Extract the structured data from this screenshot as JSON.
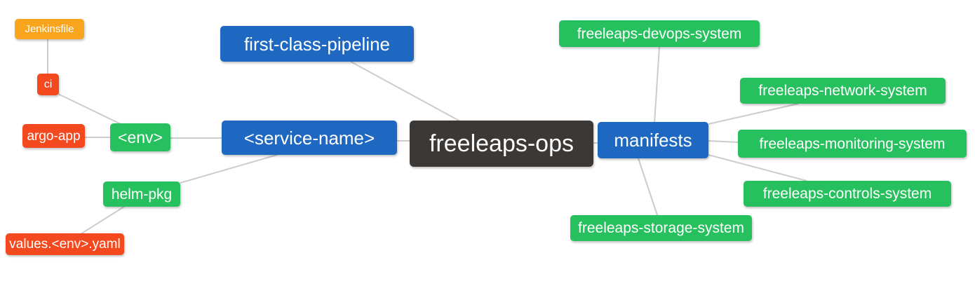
{
  "diagram": {
    "type": "mindmap",
    "root_label": "freeleaps-ops"
  },
  "colors": {
    "blue": "#1e68c2",
    "green": "#27c05e",
    "orange": "#f8a41d",
    "red": "#f4491f",
    "dark": "#3b3836",
    "edge": "#cccccc",
    "background": "#ffffff",
    "node_text": "#ffffff"
  },
  "nodes": {
    "jenkinsfile": {
      "label": "Jenkinsfile",
      "color": "orange"
    },
    "ci": {
      "label": "ci",
      "color": "red"
    },
    "argo_app": {
      "label": "argo-app",
      "color": "red"
    },
    "env": {
      "label": "<env>",
      "color": "green"
    },
    "helm_pkg": {
      "label": "helm-pkg",
      "color": "green"
    },
    "values_env_yaml": {
      "label": "values.<env>.yaml",
      "color": "red"
    },
    "first_class_pipeline": {
      "label": "first-class-pipeline",
      "color": "blue"
    },
    "service_name": {
      "label": "<service-name>",
      "color": "blue"
    },
    "freeleaps_ops": {
      "label": "freeleaps-ops",
      "color": "dark"
    },
    "manifests": {
      "label": "manifests",
      "color": "blue"
    },
    "devops_system": {
      "label": "freeleaps-devops-system",
      "color": "green"
    },
    "network_system": {
      "label": "freeleaps-network-system",
      "color": "green"
    },
    "monitoring_system": {
      "label": "freeleaps-monitoring-system",
      "color": "green"
    },
    "controls_system": {
      "label": "freeleaps-controls-system",
      "color": "green"
    },
    "storage_system": {
      "label": "freeleaps-storage-system",
      "color": "green"
    }
  },
  "edges": [
    {
      "from": "jenkinsfile",
      "to": "ci"
    },
    {
      "from": "ci",
      "to": "env"
    },
    {
      "from": "argo_app",
      "to": "env"
    },
    {
      "from": "env",
      "to": "service_name"
    },
    {
      "from": "helm_pkg",
      "to": "service_name"
    },
    {
      "from": "values_env_yaml",
      "to": "helm_pkg"
    },
    {
      "from": "first_class_pipeline",
      "to": "freeleaps_ops"
    },
    {
      "from": "service_name",
      "to": "freeleaps_ops"
    },
    {
      "from": "freeleaps_ops",
      "to": "manifests"
    },
    {
      "from": "manifests",
      "to": "devops_system"
    },
    {
      "from": "manifests",
      "to": "network_system"
    },
    {
      "from": "manifests",
      "to": "monitoring_system"
    },
    {
      "from": "manifests",
      "to": "controls_system"
    },
    {
      "from": "manifests",
      "to": "storage_system"
    }
  ]
}
